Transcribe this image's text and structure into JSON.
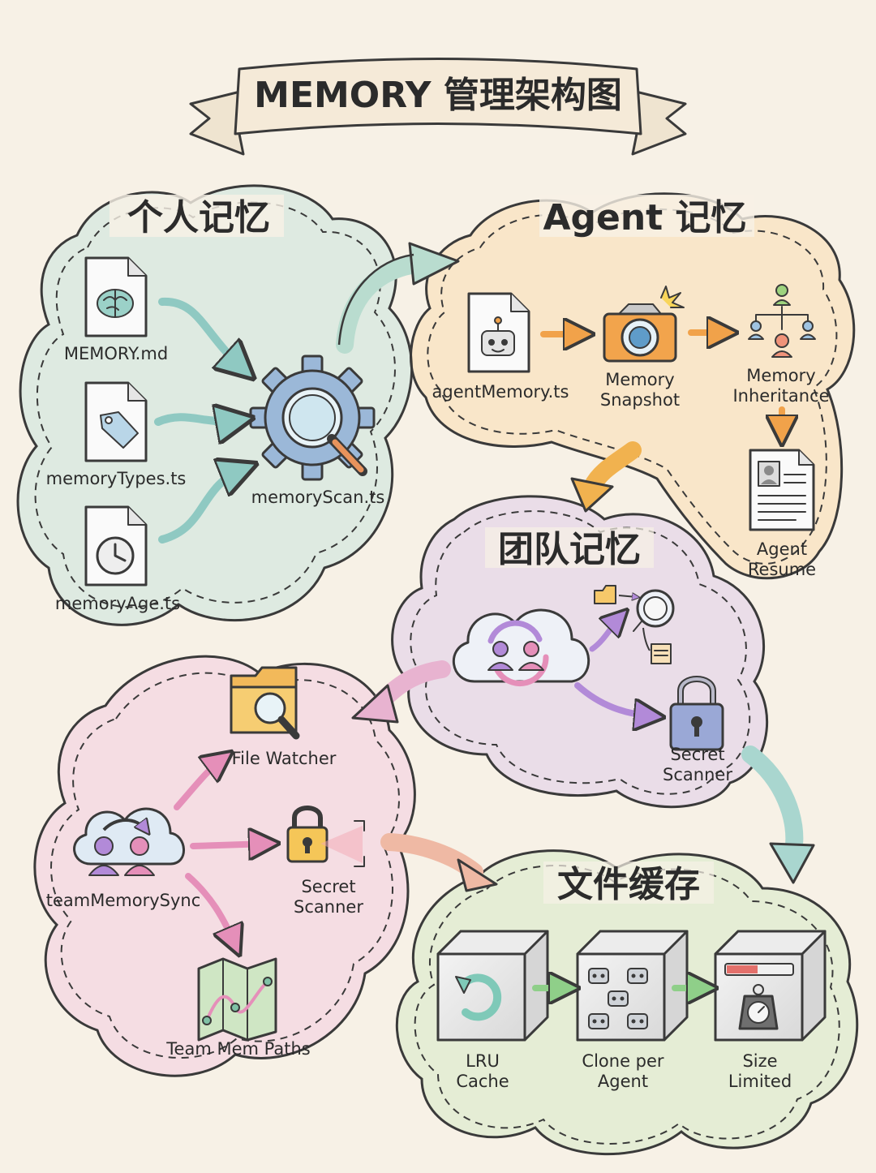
{
  "title": "MEMORY 管理架构图",
  "colors": {
    "personal": "#bfe3dc",
    "agent": "#fbd9a6",
    "team": "#d9c5ec",
    "team_sync": "#f2c6e0",
    "cache": "#cfe9c2",
    "paper": "#f7f1e6"
  },
  "regions": {
    "personal": {
      "title": "个人记忆",
      "items": [
        {
          "label": "MEMORY.md",
          "icon": "brain-file-icon"
        },
        {
          "label": "memoryTypes.ts",
          "icon": "tag-file-icon"
        },
        {
          "label": "memoryAge.ts",
          "icon": "clock-file-icon"
        },
        {
          "label": "memoryScan.ts",
          "icon": "gear-magnifier-icon"
        }
      ]
    },
    "agent": {
      "title": "Agent 记忆",
      "items": [
        {
          "label": "agentMemory.ts",
          "icon": "robot-file-icon"
        },
        {
          "label_line1": "Memory",
          "label_line2": "Snapshot",
          "icon": "camera-icon"
        },
        {
          "label_line1": "Memory",
          "label_line2": "Inheritance",
          "icon": "hierarchy-icon"
        },
        {
          "label_line1": "Agent",
          "label_line2": "Resume",
          "icon": "resume-icon"
        }
      ]
    },
    "team": {
      "title": "团队记忆",
      "items": [
        {
          "label_line1": "Secret",
          "label_line2": "Scanner",
          "icon": "padlock-icon"
        }
      ]
    },
    "team_sync": {
      "items": [
        {
          "label": "teamMemorySync",
          "icon": "cloud-sync-icon"
        },
        {
          "label": "File Watcher",
          "icon": "folder-magnifier-icon"
        },
        {
          "label_line1": "Secret",
          "label_line2": "Scanner",
          "icon": "scanning-lock-icon"
        },
        {
          "label": "Team Mem Paths",
          "icon": "map-icon"
        }
      ]
    },
    "cache": {
      "title": "文件缓存",
      "items": [
        {
          "label_line1": "LRU",
          "label_line2": "Cache",
          "icon": "lru-cube-icon"
        },
        {
          "label_line1": "Clone per",
          "label_line2": "Agent",
          "icon": "robots-cube-icon"
        },
        {
          "label_line1": "Size",
          "label_line2": "Limited",
          "icon": "weight-cube-icon"
        }
      ]
    }
  }
}
